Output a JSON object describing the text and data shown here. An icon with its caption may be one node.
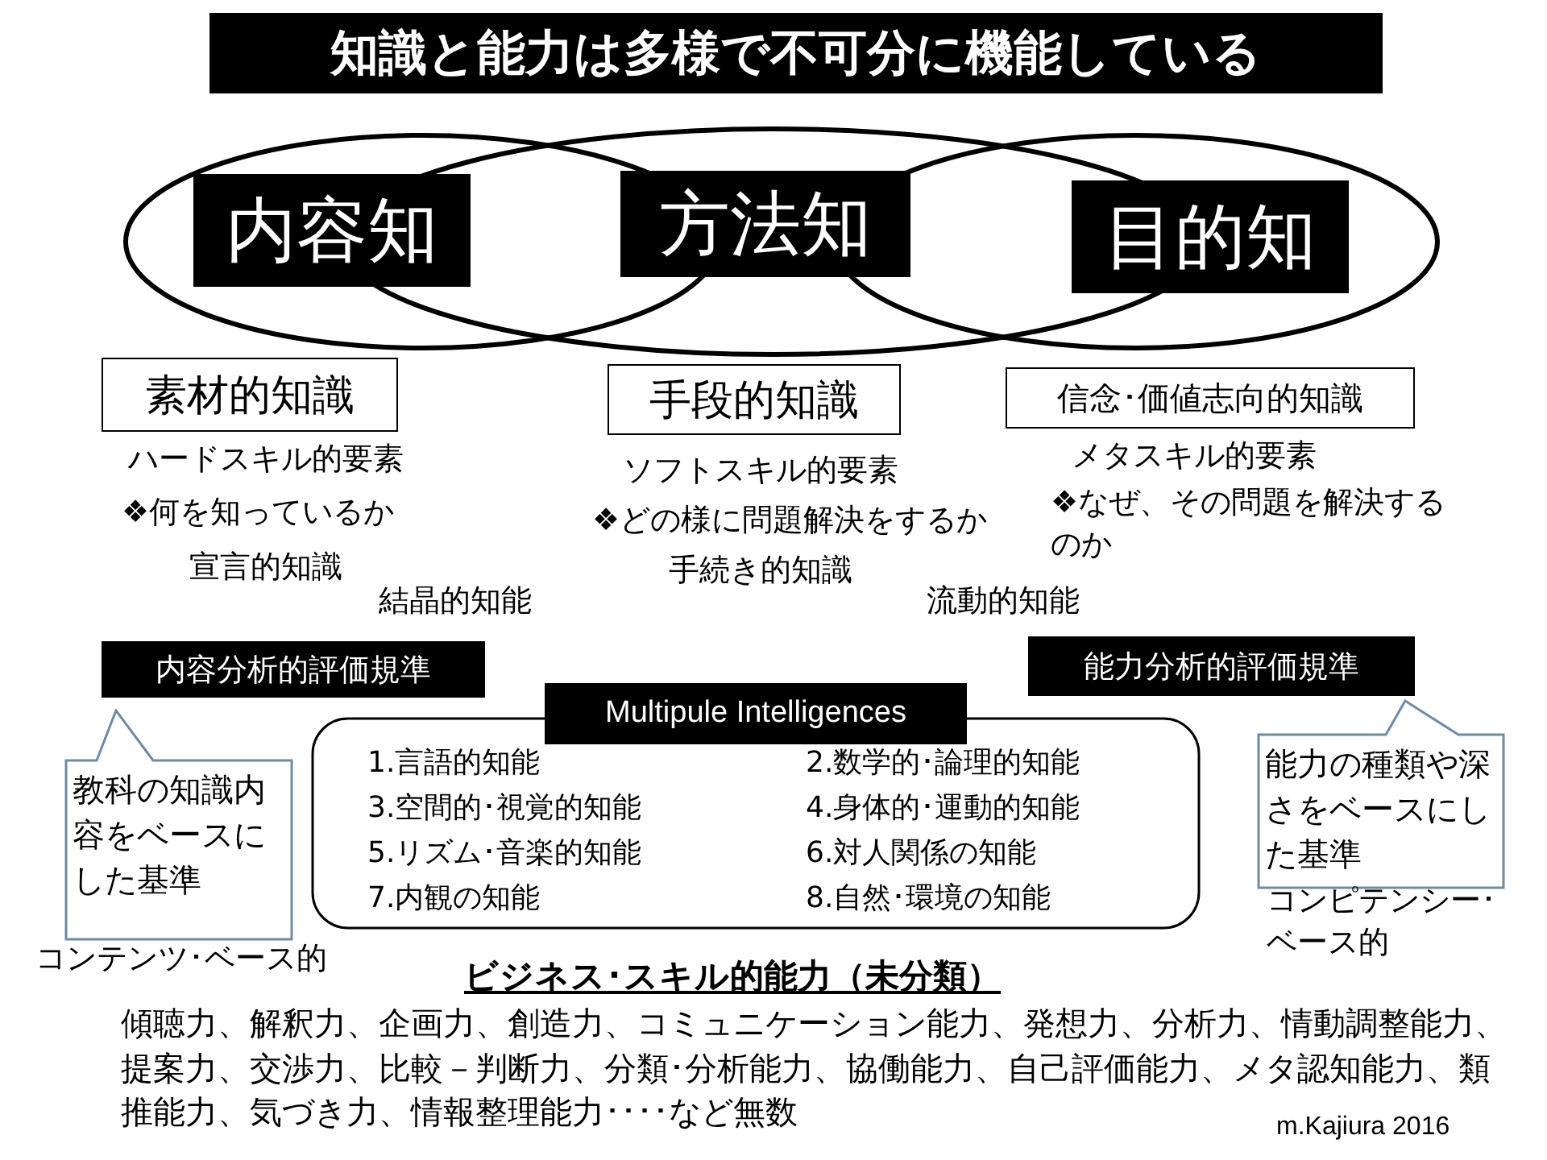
{
  "diagram": {
    "title": "知識と能力は多様で不可分に機能している",
    "nodes": [
      {
        "text": [
          "内容知"
        ]
      },
      {
        "text": [
          "方法知"
        ]
      },
      {
        "text": [
          "目的知"
        ]
      },
      {
        "text": [
          "素材的知識"
        ],
        "beside": [
          "ハードスキル的要素",
          "❖何を知っているか",
          "宣言的知識"
        ]
      },
      {
        "text": [
          "手段的知識"
        ],
        "beside": [
          "ソフトスキル的要素",
          "❖どの様に問題解決をするか",
          "手続き的知識"
        ]
      },
      {
        "text": [
          "信念･価値志向的知識"
        ],
        "beside": [
          "メタスキル的要素",
          "❖なぜ、その問題を解決するのか"
        ]
      },
      {
        "text": [
          "内容分析的評価規準"
        ]
      },
      {
        "text": [
          "能力分析的評価規準"
        ]
      },
      {
        "text": [
          "教科の知識内容をベースにした基準"
        ],
        "beside": [
          "コンテンツ･ベース的"
        ]
      },
      {
        "text": [
          "能力の種類や深さをベースにした基準"
        ],
        "beside": [
          "コンピテンシー･ベース的"
        ]
      },
      {
        "text": [
          "Multipule Intelligences",
          "1.言語的知能",
          "2.数学的･論理的知能",
          "3.空間的･視覚的知能",
          "4.身体的･運動的知能",
          "5.リズム･音楽的知能",
          "6.対人関係の知能",
          "7.内観の知能",
          "8.自然･環境の知能"
        ]
      }
    ],
    "labels": [
      "結晶的知能",
      "流動的知能",
      "ビジネス･スキル的能力（未分類）",
      "傾聴力、解釈力、企画力、創造力、コミュニケーション能力、発想力、分析力、情動調整能力、提案力、交渉力、比較－判断力、分類･分析能力、協働能力、自己評価能力、メタ認知能力、類推能力、気づき力、情報整理能力････など無数",
      "m.Kajiura 2016"
    ]
  }
}
